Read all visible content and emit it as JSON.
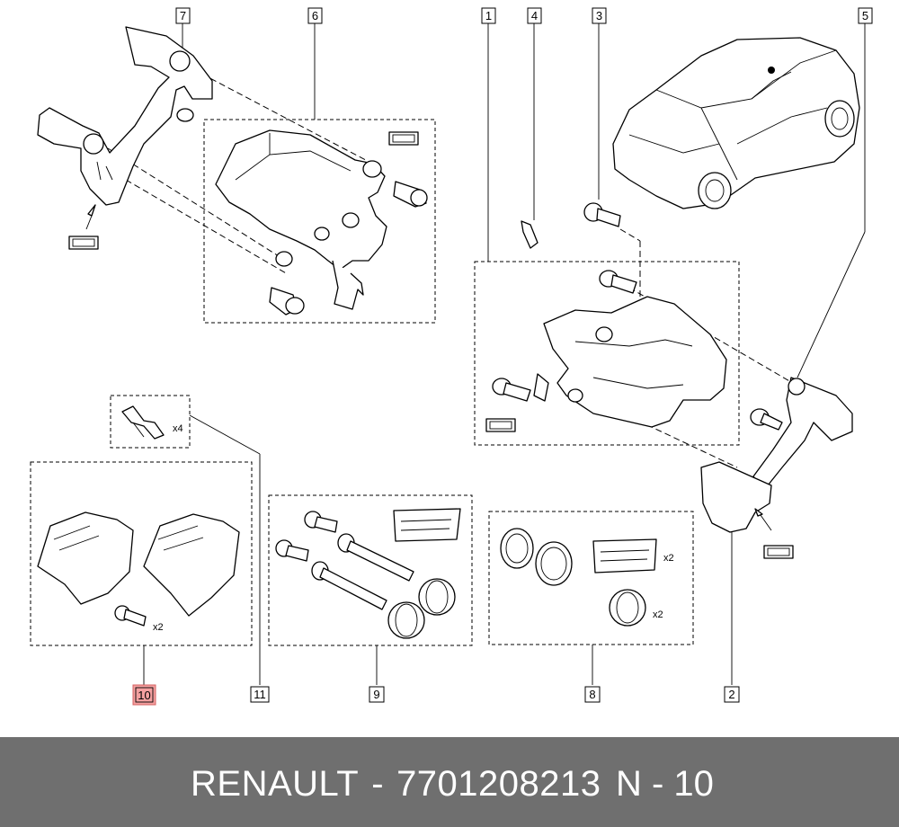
{
  "callouts": {
    "c1": "1",
    "c2": "2",
    "c3": "3",
    "c4": "4",
    "c5": "5",
    "c6": "6",
    "c7": "7",
    "c8": "8",
    "c9": "9",
    "c10": "10",
    "c11": "11"
  },
  "quantities": {
    "clips": "x4",
    "pad_bolt": "x2",
    "seal_patch": "x2",
    "boot": "x2"
  },
  "footer": {
    "brand": "RENAULT",
    "separator": "-",
    "part_number": "7701208213",
    "position_label": "N - 10"
  },
  "colors": {
    "highlight_fill": "#f4a0a0",
    "highlight_stroke": "#d46060",
    "footer_bg": "#6f6f6f"
  }
}
